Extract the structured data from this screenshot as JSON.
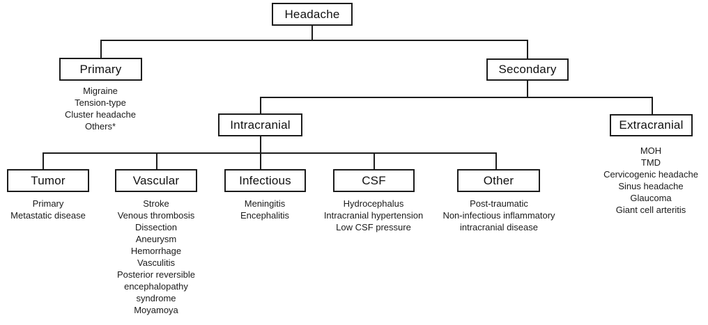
{
  "diagram_title": "Headache classification tree",
  "colors": {
    "line": "#1c1c1c",
    "box_border": "#1c1c1c",
    "text": "#1a1a1a",
    "background": "#ffffff"
  },
  "nodes": {
    "headache": {
      "label": "Headache"
    },
    "primary": {
      "label": "Primary",
      "items": [
        "Migraine",
        "Tension-type",
        "Cluster headache",
        "Others*"
      ]
    },
    "secondary": {
      "label": "Secondary"
    },
    "intracranial": {
      "label": "Intracranial"
    },
    "extracranial": {
      "label": "Extracranial",
      "items": [
        "MOH",
        "TMD",
        "Cervicogenic headache",
        "Sinus headache",
        "Glaucoma",
        "Giant cell arteritis"
      ]
    },
    "tumor": {
      "label": "Tumor",
      "items": [
        "Primary",
        "Metastatic disease"
      ]
    },
    "vascular": {
      "label": "Vascular",
      "items": [
        "Stroke",
        "Venous thrombosis",
        "Dissection",
        "Aneurysm",
        "Hemorrhage",
        "Vasculitis",
        "Posterior reversible",
        "encephalopathy",
        "syndrome",
        "Moyamoya"
      ]
    },
    "infectious": {
      "label": "Infectious",
      "items": [
        "Meningitis",
        "Encephalitis"
      ]
    },
    "csf": {
      "label": "CSF",
      "items": [
        "Hydrocephalus",
        "Intracranial hypertension",
        "Low CSF pressure"
      ]
    },
    "other": {
      "label": "Other",
      "items": [
        "Post-traumatic",
        "Non-infectious inflammatory",
        "intracranial disease"
      ]
    }
  },
  "edges": [
    "Headache-Primary",
    "Headache-Secondary",
    "Secondary-Intracranial",
    "Secondary-Extracranial",
    "Intracranial-Tumor",
    "Intracranial-Vascular",
    "Intracranial-Infectious",
    "Intracranial-CSF",
    "Intracranial-Other"
  ]
}
